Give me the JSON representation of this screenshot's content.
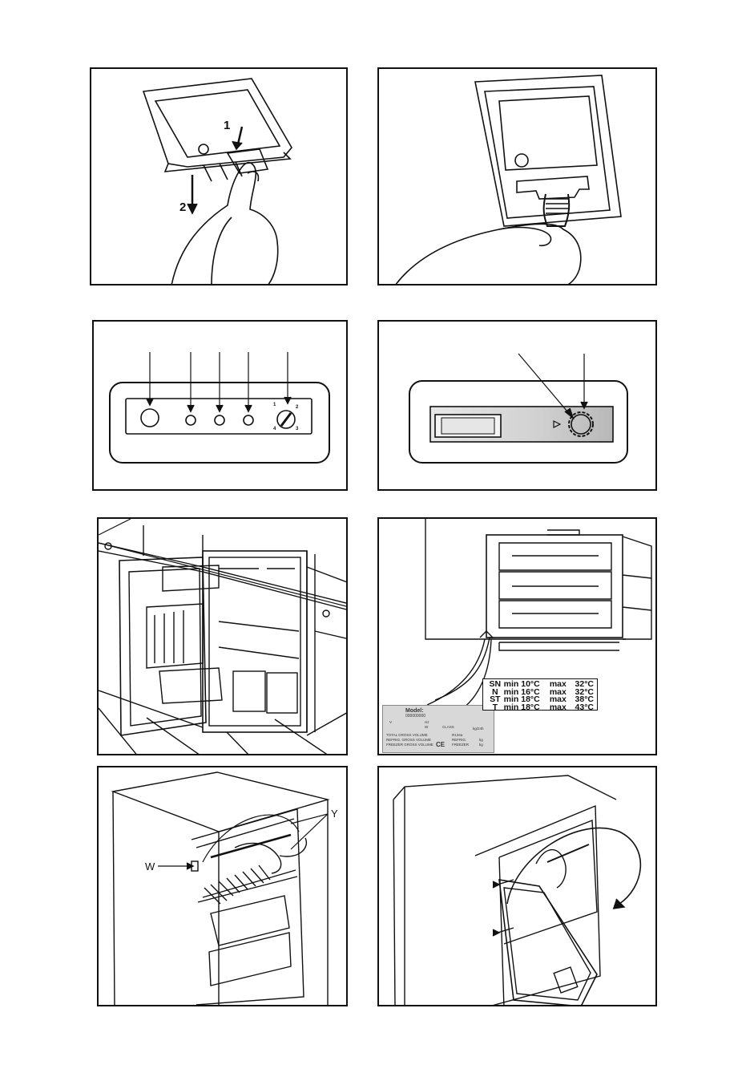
{
  "panel1": {
    "arrow1_label": "1",
    "arrow2_label": "2"
  },
  "panel3": {
    "dial_numbers": [
      "1",
      "2",
      "3",
      "4"
    ]
  },
  "panel6": {
    "climate_table": {
      "rows": [
        {
          "cls": "SN",
          "min": "min 10°C",
          "max": "max",
          "maxv": "32°C"
        },
        {
          "cls": "N",
          "min": "min 16°C",
          "max": "max",
          "maxv": "32°C"
        },
        {
          "cls": "ST",
          "min": "min 18°C",
          "max": "max",
          "maxv": "38°C"
        },
        {
          "cls": "T",
          "min": "min 18°C",
          "max": "max",
          "maxv": "43°C"
        }
      ]
    },
    "rating_plate": {
      "model": "Model:",
      "model_no": "000000000",
      "v": "V",
      "hz": "Hz",
      "w": "W",
      "class": "CLASS",
      "total": "TOTAL GROSS VOLUME",
      "refrig": "REFRIG. GROSS VOLUME",
      "freezer": "FREEZER GROSS VOLUME",
      "ce": "CE",
      "kg24h": "kg/24h",
      "r134a": "R134a",
      "refrig_short": "REFRIG.",
      "freezer_short": "FREEZER",
      "kg1": "kg",
      "kg2": "kg"
    }
  },
  "panel7": {
    "label_w": "W",
    "label_y": "Y"
  }
}
